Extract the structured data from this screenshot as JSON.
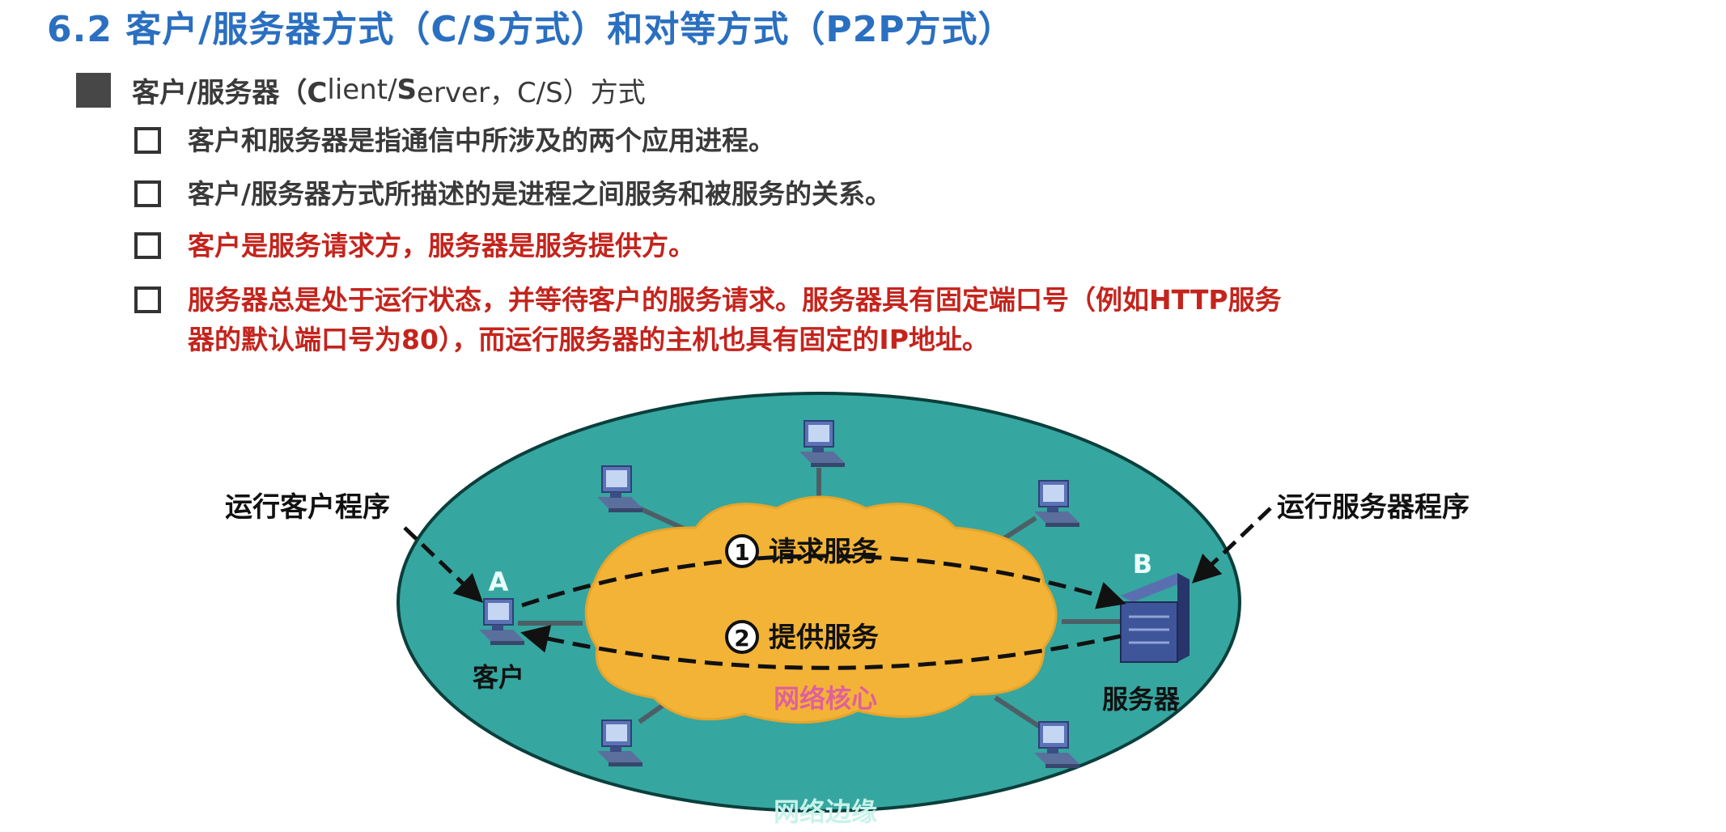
{
  "slide": {
    "title": "6.2 客户/服务器方式（C/S方式）和对等方式（P2P方式）",
    "heading_parts": [
      "客户/服务器（C",
      "lient/",
      "S",
      "erver，C/S）方式"
    ],
    "bullets": [
      "客户和服务器是指通信中所涉及的两个应用进程。",
      "客户/服务器方式所描述的是进程之间服务和被服务的关系。",
      "客户是服务请求方，服务器是服务提供方。",
      "服务器总是处于运行状态，并等待客户的服务请求。服务器具有固定端口号（例如HTTP服务",
      "器的默认端口号为80），而运行服务器的主机也具有固定的IP地址。"
    ]
  },
  "diagram": {
    "client_program_label": "运行客户程序",
    "server_program_label": "运行服务器程序",
    "host_a": "A",
    "host_b": "B",
    "client_label": "客户",
    "server_label": "服务器",
    "request_num": "1",
    "request_label": "请求服务",
    "response_num": "2",
    "response_label": "提供服务",
    "core_label": "网络核心",
    "edge_label": "网络边缘",
    "colors": {
      "title": "#2a6fc0",
      "highlight_text": "#c4241d",
      "network_edge": "#36a6a0",
      "network_core": "#f3b336",
      "core_label": "#e0609c",
      "edge_label": "#c8f2ea"
    }
  }
}
